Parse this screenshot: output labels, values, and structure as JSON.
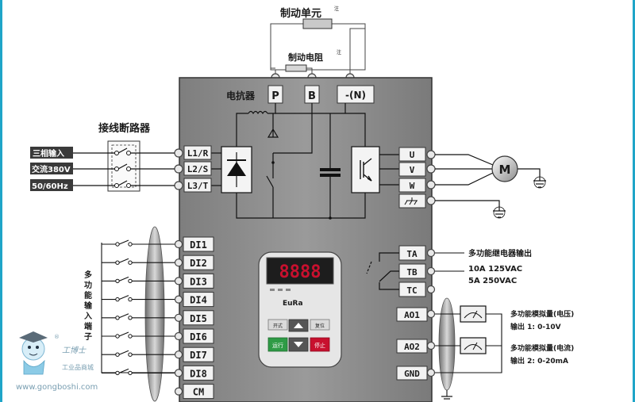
{
  "top": {
    "brake_unit": "制动单元",
    "brake_resistor": "制动电阻",
    "note_mark": "注"
  },
  "dc_terminals": {
    "p": "P",
    "b": "B",
    "n": "-(N)",
    "reactor": "电抗器"
  },
  "breaker": {
    "label": "接线断路器"
  },
  "supply": {
    "line1": "三相输入",
    "line2": "交流380V",
    "line3": "50/60Hz"
  },
  "input_terminals": [
    "L1/R",
    "L2/S",
    "L3/T"
  ],
  "output_terminals": [
    "U",
    "V",
    "W"
  ],
  "motor": {
    "label": "M"
  },
  "digital_inputs": {
    "items": [
      "DI1",
      "DI2",
      "DI3",
      "DI4",
      "DI5",
      "DI6",
      "DI7",
      "DI8",
      "CM"
    ],
    "label": "多功能输入端子"
  },
  "relay": {
    "terminals": [
      "TA",
      "TB",
      "TC"
    ],
    "title": "多功能继电器输出",
    "rating1": "10A 125VAC",
    "rating2": "5A 250VAC"
  },
  "analog": {
    "terminals": [
      "AO1",
      "AO2",
      "GND"
    ],
    "voltage_title": "多功能模拟量(电压)",
    "voltage_range": "输出 1: 0-10V",
    "current_title": "多功能模拟量(电流)",
    "current_range": "输出 2: 0-20mA"
  },
  "keypad": {
    "display": "8888",
    "brand": "EuRa",
    "left_top": "开式",
    "right_top": "复位",
    "left_bottom": "运行",
    "right_bottom": "停止"
  },
  "watermark": {
    "name": "工博士",
    "sub": "工业品商城",
    "url": "www.gongboshi.com"
  },
  "colors": {
    "panel": "#8f8f8f",
    "display": "#c8102e",
    "run": "#2e9b45",
    "stop": "#c8102e",
    "frame": "#1fa5c8"
  }
}
